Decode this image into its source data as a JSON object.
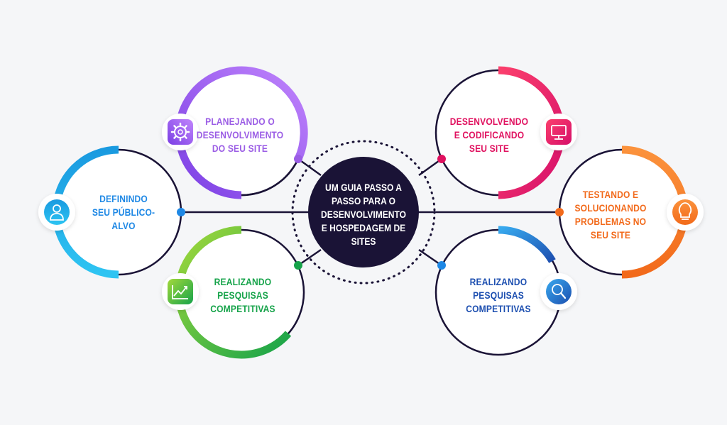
{
  "center": {
    "title": "UM GUIA PASSO A PASSO PARA O DESENVOLVIMENTO E HOSPEDAGEM DE SITES"
  },
  "steps": [
    {
      "label": "PLANEJANDO O DESENVOLVIMENTO DO SEU SITE",
      "icon": "gear-icon",
      "color_start": "#a66cf0",
      "color_end": "#7b3fe4"
    },
    {
      "label": "DEFININDO SEU PÚBLICO-ALVO",
      "icon": "user-icon",
      "color_start": "#2fc1f0",
      "color_end": "#1a7fd8"
    },
    {
      "label": "REALIZANDO PESQUISAS COMPETITIVAS",
      "icon": "chart-up-icon",
      "color_start": "#8bd13f",
      "color_end": "#16a34a"
    },
    {
      "label": "DESENVOLVENDO E CODIFICANDO SEU SITE",
      "icon": "monitor-icon",
      "color_start": "#f4385e",
      "color_end": "#d6106b"
    },
    {
      "label": "TESTANDO E SOLUCIONANDO PROBLEMAS NO SEU SITE",
      "icon": "lightbulb-icon",
      "color_start": "#fb923c",
      "color_end": "#f26a1b"
    },
    {
      "label": "REALIZANDO PESQUISAS COMPETITIVAS",
      "icon": "search-icon",
      "color_start": "#2f9ee8",
      "color_end": "#1d4fb0"
    }
  ],
  "colors": {
    "background": "#f5f6f8",
    "center_fill": "#1a1336",
    "ring_dark": "#1a1336",
    "label_purple": "#9b5de5",
    "label_blue": "#1e88e5",
    "label_green": "#16a34a",
    "label_pink": "#e0115f",
    "label_orange": "#f26a1b",
    "label_navy": "#1d4fb0"
  }
}
